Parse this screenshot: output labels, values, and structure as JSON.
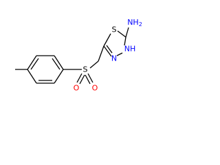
{
  "atoms": {
    "thiadiazole_s": {
      "text": "S",
      "color": "#000000"
    },
    "amine": {
      "text": "NH",
      "sub": "2",
      "color": "#0000ff"
    },
    "ring_nh": {
      "text": "NH",
      "color": "#0000ff"
    },
    "ring_n": {
      "text": "N",
      "color": "#0000ff"
    },
    "sulfonyl_s": {
      "text": "S",
      "color": "#000000"
    },
    "oxygen_left": {
      "text": "O",
      "color": "#ff0000"
    },
    "oxygen_right": {
      "text": "O",
      "color": "#ff0000"
    }
  },
  "colors": {
    "bond": "#000000",
    "carbon": "#000000",
    "sulfur": "#000000",
    "nitrogen": "#0000ff",
    "oxygen": "#ff0000",
    "background": "#ffffff"
  }
}
